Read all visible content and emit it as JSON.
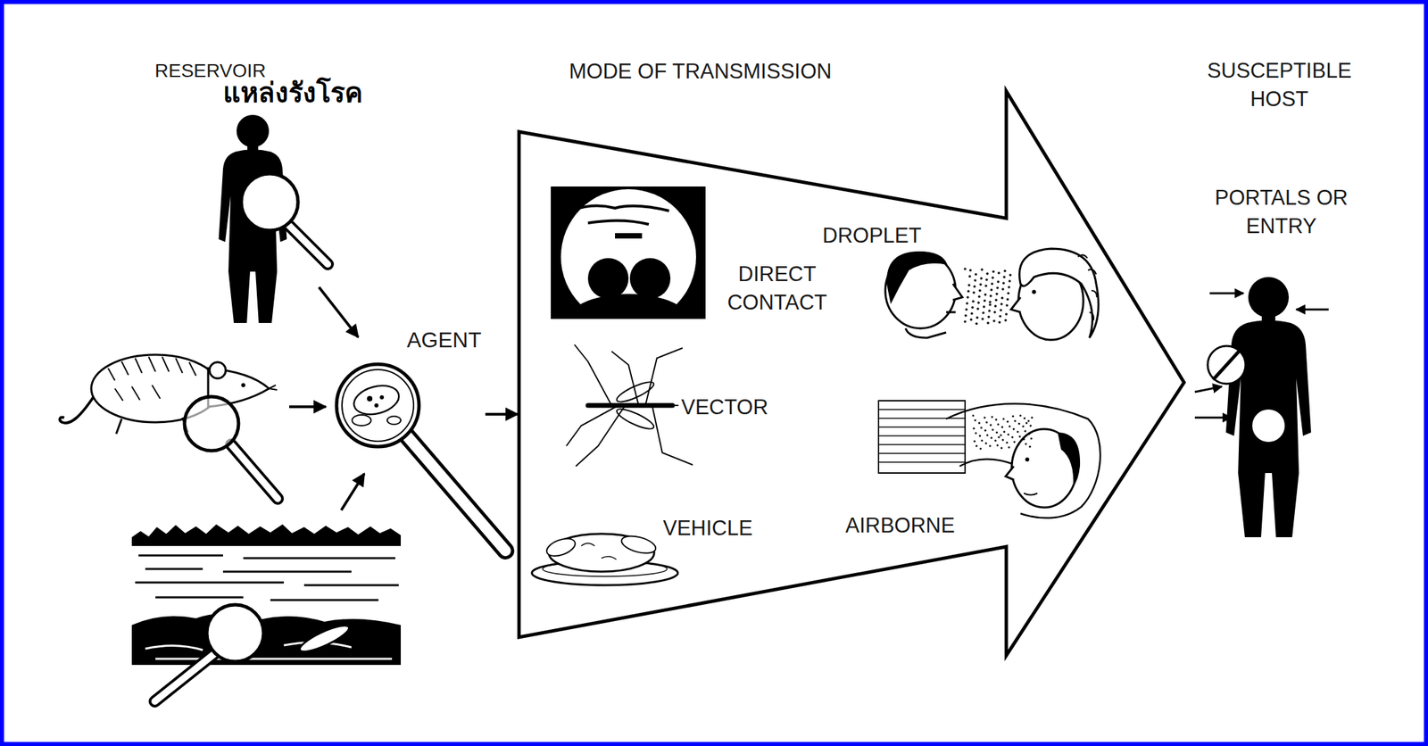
{
  "diagram": {
    "nodes": [
      {
        "text": [
          "AGENT"
        ]
      },
      {
        "text": [
          "MODE OF TRANSMISSION",
          "DIRECT CONTACT",
          "DROPLET",
          "VECTOR",
          "VEHICLE",
          "AIRBORNE"
        ]
      }
    ],
    "edges": [
      {
        "from": 0,
        "to": 1,
        "arrow": "to"
      }
    ],
    "labels": [
      "RESERVOIR",
      "แหล่งรังโรค",
      "SUSCEPTIBLE HOST",
      "PORTALS OR ENTRY"
    ]
  }
}
